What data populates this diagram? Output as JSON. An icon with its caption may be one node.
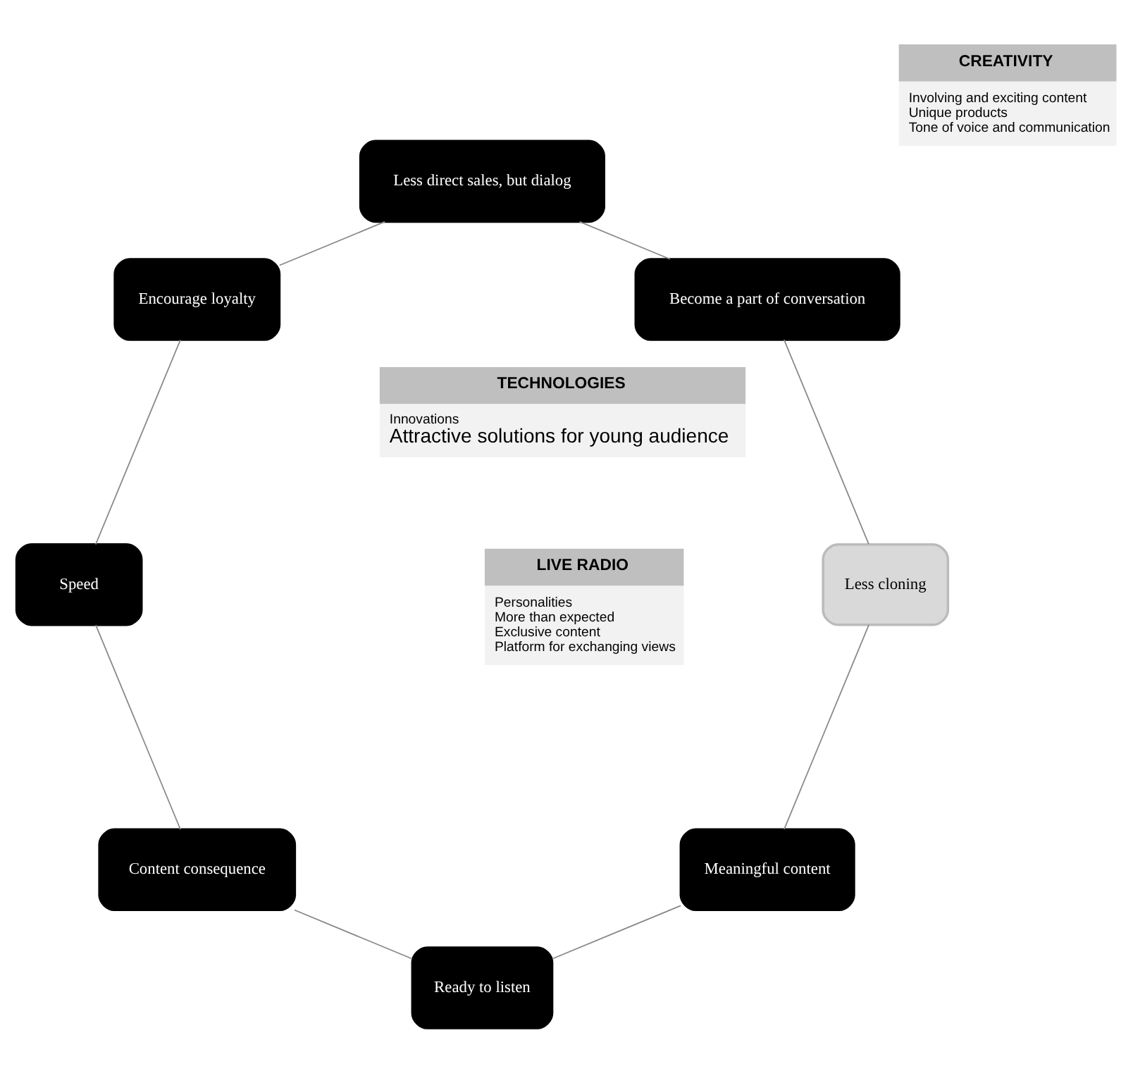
{
  "diagram": {
    "nodes": [
      {
        "text": [
          "Meaningful content"
        ]
      },
      {
        "text": [
          "Ready to listen"
        ]
      },
      {
        "text": [
          "Content consequence"
        ]
      },
      {
        "text": [
          "Speed"
        ]
      },
      {
        "text": [
          "Encourage loyalty"
        ]
      },
      {
        "text": [
          "Less direct sales, but dialog"
        ]
      },
      {
        "text": [
          "Become a part of conversation"
        ]
      },
      {
        "text": [
          "Less cloning"
        ]
      },
      {
        "text": [
          "LIVE RADIO",
          "Personalities",
          "More than expected",
          "Exclusive content",
          "Platform for exchanging views"
        ]
      },
      {
        "text": [
          "CREATIVITY",
          "Involving and exciting content",
          "Unique products",
          "Tone of voice and communication"
        ]
      },
      {
        "text": [
          "TECHNOLOGIES",
          "Innovations",
          "Attractive solutions for young audience"
        ]
      }
    ],
    "edges": [
      {
        "from": 0,
        "to": 1,
        "arrow": "none"
      },
      {
        "from": 1,
        "to": 2,
        "arrow": "none"
      },
      {
        "from": 2,
        "to": 3,
        "arrow": "none"
      },
      {
        "from": 3,
        "to": 4,
        "arrow": "none"
      },
      {
        "from": 4,
        "to": 5,
        "arrow": "none"
      },
      {
        "from": 5,
        "to": 6,
        "arrow": "none"
      },
      {
        "from": 6,
        "to": 7,
        "arrow": "none"
      },
      {
        "from": 7,
        "to": 0,
        "arrow": "none"
      }
    ]
  }
}
